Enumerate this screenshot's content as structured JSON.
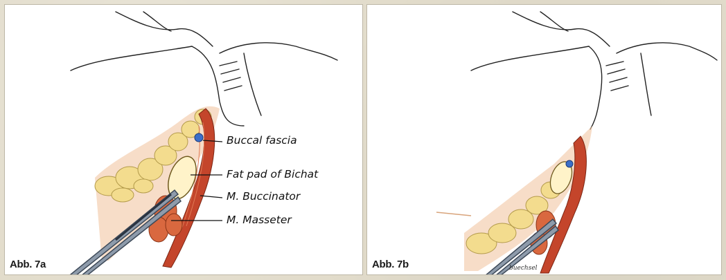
{
  "figures": [
    {
      "id": "7a",
      "label": "Abb. 7a",
      "annotations": [
        {
          "key": "buccal_fascia",
          "text": "Buccal fascia"
        },
        {
          "key": "fat_pad",
          "text": "Fat pad of Bichat"
        },
        {
          "key": "buccinator",
          "text": "M. Buccinator"
        },
        {
          "key": "masseter",
          "text": "M. Masseter"
        }
      ]
    },
    {
      "id": "7b",
      "label": "Abb. 7b",
      "signature": "buechsel"
    }
  ],
  "colors": {
    "fat": "#f3dc8e",
    "fat_outline": "#b39a4a",
    "skin": "#f2c7a3",
    "muscle": "#c4452b",
    "muscle_light": "#e07a55",
    "fascia_blue": "#3b6fc8",
    "instrument": "#5f6e80",
    "line": "#222222"
  }
}
